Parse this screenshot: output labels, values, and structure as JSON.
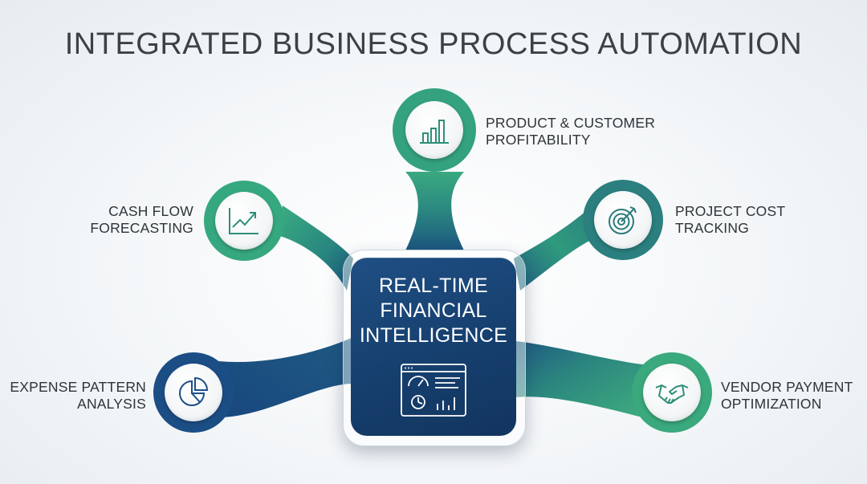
{
  "title": "INTEGRATED BUSINESS PROCESS AUTOMATION",
  "center": {
    "lines": [
      "REAL-TIME",
      "FINANCIAL",
      "INTELLIGENCE"
    ],
    "icon": "dashboard-icon"
  },
  "nodes": [
    {
      "id": "product-customer-profitability",
      "lines": [
        "PRODUCT & CUSTOMER",
        "PROFITABILITY"
      ],
      "icon": "bar-chart-icon",
      "ring_color": "#2f9e7c"
    },
    {
      "id": "cash-flow-forecasting",
      "lines": [
        "CASH FLOW",
        "FORECASTING"
      ],
      "icon": "trend-line-icon",
      "ring_color": "#35a77f"
    },
    {
      "id": "project-cost-tracking",
      "lines": [
        "PROJECT COST",
        "TRACKING"
      ],
      "icon": "target-icon",
      "ring_color": "#2a7f7e"
    },
    {
      "id": "expense-pattern-analysis",
      "lines": [
        "EXPENSE PATTERN",
        "ANALYSIS"
      ],
      "icon": "pie-chart-icon",
      "ring_color": "#1d4f86"
    },
    {
      "id": "vendor-payment-optimization",
      "lines": [
        "VENDOR PAYMENT",
        "OPTIMIZATION"
      ],
      "icon": "handshake-icon",
      "ring_color": "#3aa77d"
    }
  ],
  "colors": {
    "navy": "#163f6e",
    "teal": "#2a8c80",
    "green": "#3dab7e",
    "text": "#2e3438"
  }
}
